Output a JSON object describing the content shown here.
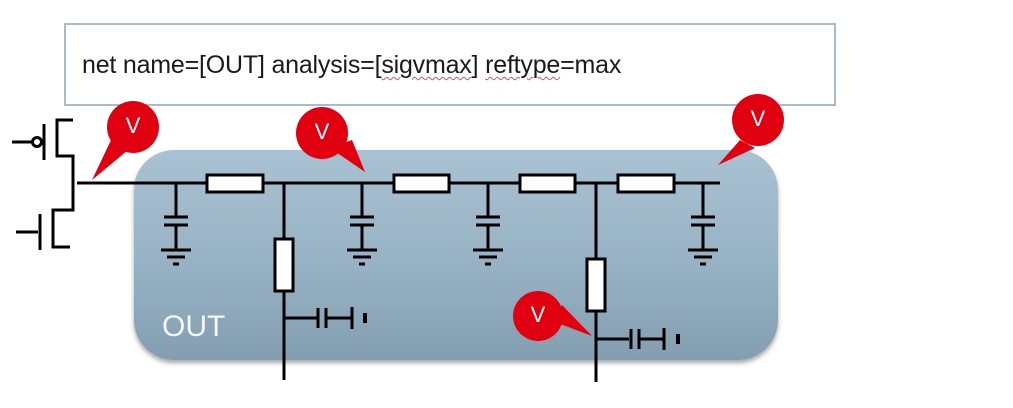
{
  "command": {
    "prefix": "net name=[OUT] analysis=[",
    "analysis_value": "sigvmax",
    "middle": "] ",
    "reftype_key": "reftype",
    "suffix": "=max"
  },
  "net": {
    "label": "OUT"
  },
  "probes": [
    {
      "id": "driver-output",
      "label": "V"
    },
    {
      "id": "mid-node",
      "label": "V"
    },
    {
      "id": "far-end",
      "label": "V"
    },
    {
      "id": "branch-load",
      "label": "V"
    }
  ],
  "colors": {
    "probe": "#e00010",
    "net_region": "#97b2c4",
    "wire": "#000000",
    "box_border": "#a7bccb"
  }
}
